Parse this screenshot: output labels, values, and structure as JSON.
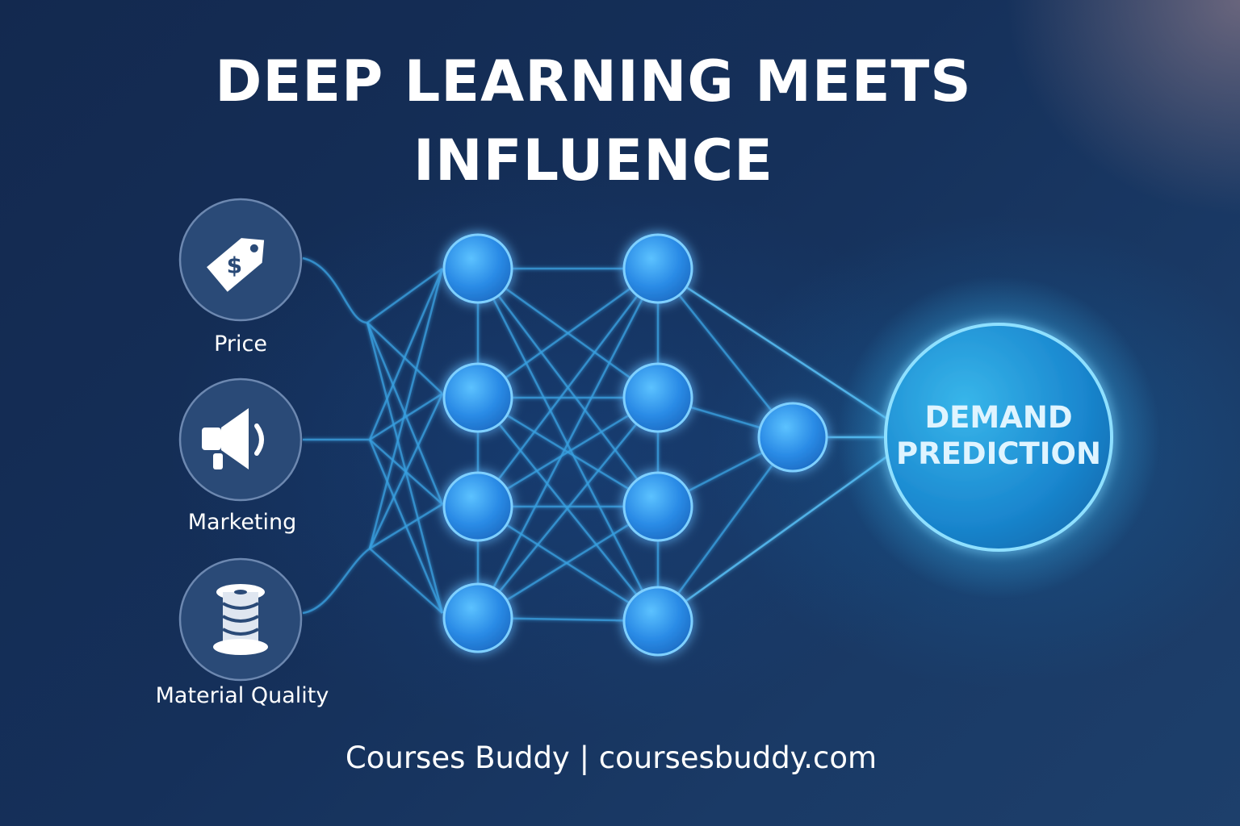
{
  "title": {
    "line1": "DEEP LEARNING MEETS",
    "line2": "INFLUENCE"
  },
  "inputs": [
    {
      "label": "Price",
      "icon": "price-tag-icon",
      "glyph": "$"
    },
    {
      "label": "Marketing",
      "icon": "megaphone-icon"
    },
    {
      "label": "Material Quality",
      "icon": "thread-spool-icon"
    }
  ],
  "hidden_layers": [
    {
      "nodes": 4
    },
    {
      "nodes": 4
    },
    {
      "nodes": 1
    }
  ],
  "output": {
    "line1": "DEMAND",
    "line2": "PREDICTION"
  },
  "footer": "Courses Buddy | coursesbuddy.com",
  "colors": {
    "background": "#15305a",
    "node": "#2a8be6",
    "node_glow": "#46b4ff",
    "connection": "#3aa0e0",
    "output_fill": "#1f8fd6",
    "output_border": "#8fe0ff",
    "icon_circle": "#2a4a77",
    "text": "#ffffff"
  }
}
